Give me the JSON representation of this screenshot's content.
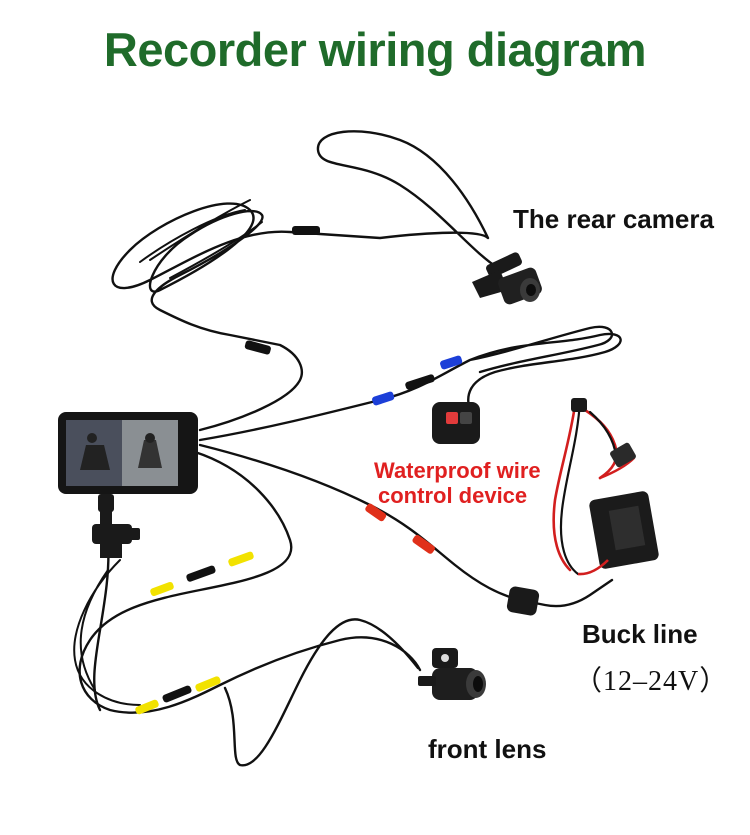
{
  "title": "Recorder wiring diagram",
  "labels": {
    "rear_camera": "The rear camera",
    "waterproof_line1": "Waterproof wire",
    "waterproof_line2": "control device",
    "buck_line": "Buck line",
    "voltage": "（12–24V）",
    "front_lens": "front lens"
  },
  "colors": {
    "title": "#1f6b2a",
    "label": "#111111",
    "remote_label": "#e02020",
    "cable": "#111111",
    "connector_yellow": "#f2e200",
    "connector_blue": "#1c3fd8",
    "connector_red": "#e0301a",
    "power_red": "#d21e1e"
  },
  "icons": [
    "dash-camera-unit",
    "rear-camera-icon",
    "front-lens-icon",
    "remote-control-icon",
    "buck-converter-icon",
    "mount-bracket-icon"
  ]
}
